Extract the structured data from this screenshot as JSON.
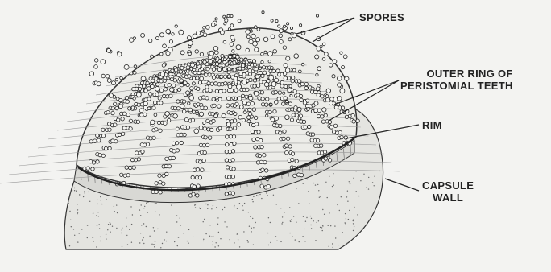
{
  "labels": {
    "spores": "SPORES",
    "outer_ring_line1": "OUTER RING OF",
    "outer_ring_line2": "PERISTOMIAL TEETH",
    "rim": "RIM",
    "capsule_line1": "CAPSULE",
    "capsule_line2": "WALL"
  },
  "colors": {
    "background": "#f3f3f1",
    "ink": "#222222",
    "stipple": "#555555"
  }
}
